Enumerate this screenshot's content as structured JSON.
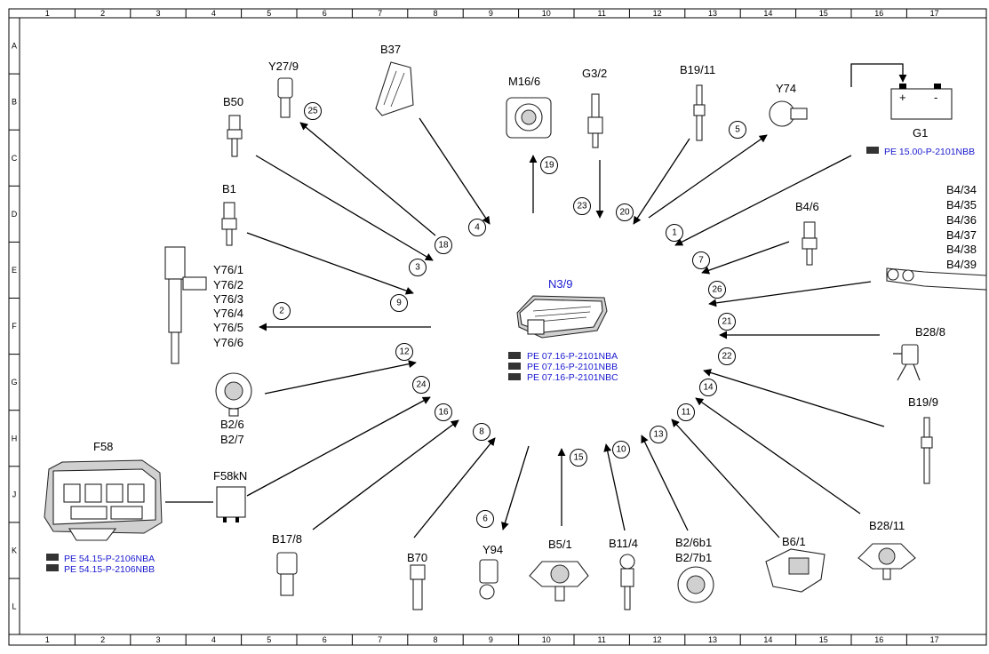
{
  "grid": {
    "columns": [
      "1",
      "2",
      "3",
      "4",
      "5",
      "6",
      "7",
      "8",
      "9",
      "10",
      "11",
      "12",
      "13",
      "14",
      "15",
      "16",
      "17"
    ],
    "rows": [
      "A",
      "B",
      "C",
      "D",
      "E",
      "F",
      "G",
      "H",
      "J",
      "K",
      "L"
    ]
  },
  "ecu": {
    "label": "N3/9",
    "refs": [
      "PE 07.16-P-2101NBA",
      "PE 07.16-P-2101NBB",
      "PE 07.16-P-2101NBC"
    ]
  },
  "battery": {
    "label": "G1",
    "plus": "+",
    "minus": "-",
    "ref": "PE 15.00-P-2101NBB"
  },
  "fusebox": {
    "label": "F58",
    "refs": [
      "PE 54.15-P-2106NBA",
      "PE 54.15-P-2106NBB"
    ]
  },
  "relay": {
    "label": "F58kN"
  },
  "labels": {
    "Y27_9": "Y27/9",
    "B37": "B37",
    "M16_6": "M16/6",
    "G3_2": "G3/2",
    "B19_11": "B19/11",
    "Y74": "Y74",
    "B50": "B50",
    "B1": "B1",
    "B4_6": "B4/6",
    "B4_group": [
      "B4/34",
      "B4/35",
      "B4/36",
      "B4/37",
      "B4/38",
      "B4/39"
    ],
    "Y76_group": [
      "Y76/1",
      "Y76/2",
      "Y76/3",
      "Y76/4",
      "Y76/5",
      "Y76/6"
    ],
    "B28_8": "B28/8",
    "B2_group": [
      "B2/6",
      "B2/7"
    ],
    "B19_9": "B19/9",
    "B17_8": "B17/8",
    "B70": "B70",
    "Y94": "Y94",
    "B5_1": "B5/1",
    "B11_4": "B11/4",
    "B2_b1_group": [
      "B2/6b1",
      "B2/7b1"
    ],
    "B6_1": "B6/1",
    "B28_11": "B28/11"
  },
  "callouts": [
    "25",
    "18",
    "4",
    "19",
    "23",
    "20",
    "5",
    "1",
    "7",
    "26",
    "21",
    "22",
    "14",
    "11",
    "13",
    "10",
    "15",
    "6",
    "8",
    "16",
    "24",
    "12",
    "2",
    "9",
    "3"
  ]
}
